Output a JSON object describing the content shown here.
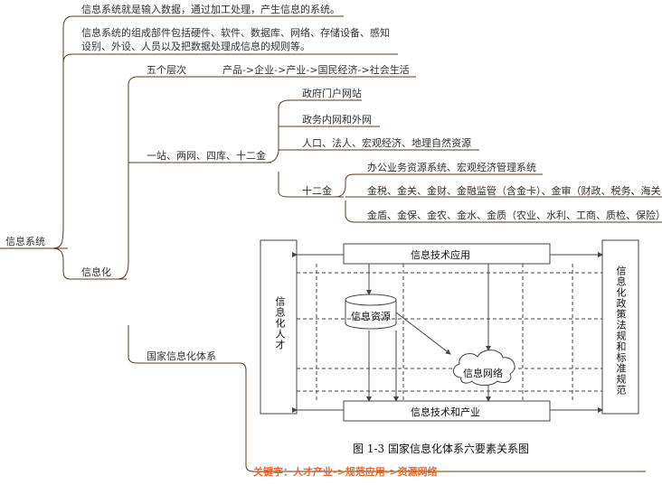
{
  "root": {
    "label": "信息系统"
  },
  "branches": [
    {
      "text": "信息系统就是输入数据，通过加工处理，产生信息的系统。"
    },
    {
      "lines": [
        "信息系统的组成部件包括硬件、软件、数据库、网络、存储设备、感知",
        "设别、外设、人员以及把数据处理成信息的规则等。"
      ]
    }
  ],
  "xinxihua": {
    "label": "信息化",
    "five_levels": {
      "label": "五个层次",
      "value": "产品->企业->产业->国民经济->社会生活"
    },
    "site_net": {
      "label": "一站、两网、四库、十二金",
      "children": [
        "政府门户网站",
        "政务内网和外网",
        "人口、法人、宏观经济、地理自然资源"
      ],
      "twelve_gold": {
        "label": "十二金",
        "children": [
          "办公业务资源系统、宏观经济管理系统",
          "金税、金关、金财、金融监管（含金卡）、金审（财政、税务、海关",
          "金盾、金保、金农、金水、金质（农业、水利、工商、质检、保险）"
        ]
      }
    },
    "national_system": {
      "label": "国家信息化体系"
    }
  },
  "figure": {
    "left_box": "信息化人才",
    "right_box": "信息化政策法规和标准规范",
    "top_box": "信息技术应用",
    "bottom_box": "信息技术和产业",
    "db_label": "信息资源",
    "cloud_label": "信息网络",
    "caption": "图 1-3   国家信息化体系六要素关系图"
  },
  "keywords": "关键字：人才产业->规范应用->资源网络",
  "colors": {
    "branch_line": "#5a3a1a",
    "keyword": "#e8692a"
  }
}
